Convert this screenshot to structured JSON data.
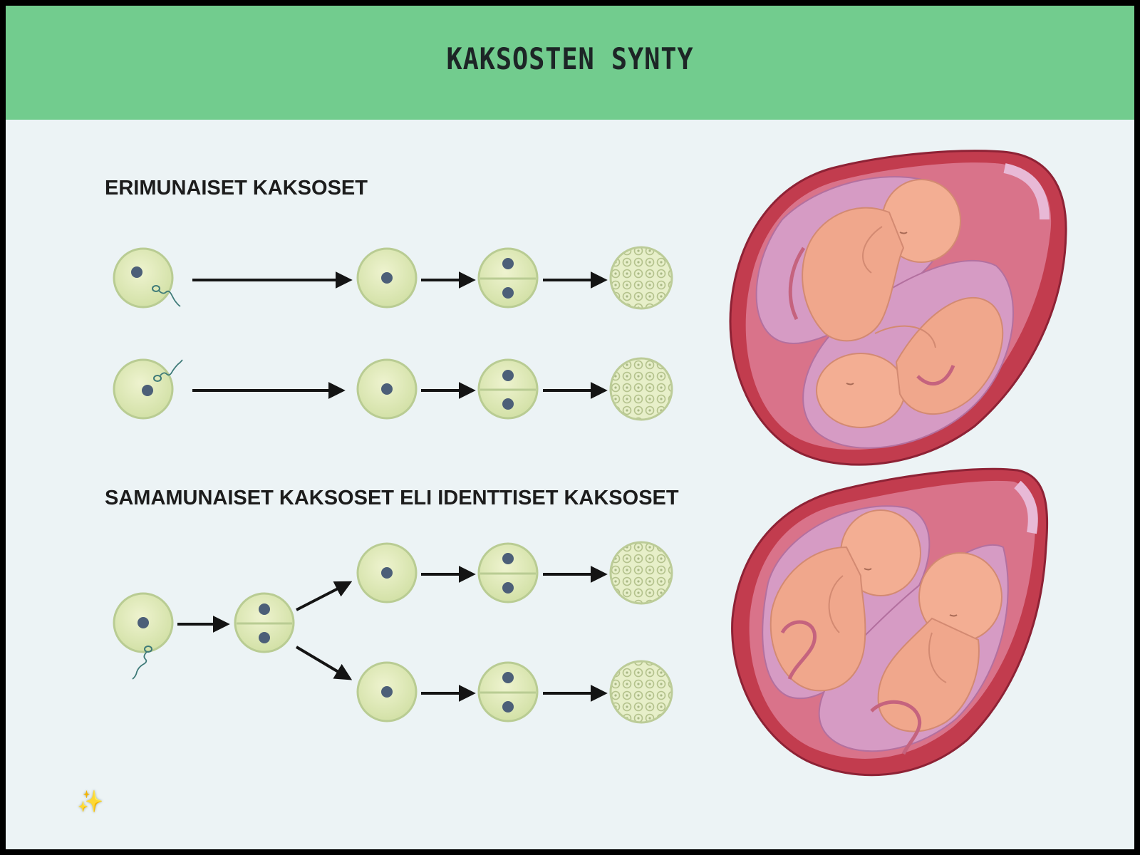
{
  "header": {
    "title": "KAKSOSTEN SYNTY"
  },
  "sections": [
    {
      "label": "ERIMUNAISET KAKSOSET"
    },
    {
      "label": "SAMAMUNAISET KAKSOSET ELI IDENTTISET KAKSOSET"
    }
  ],
  "colors": {
    "header_bg": "#72cc8e",
    "page_bg": "#ecf3f5",
    "egg_fill": "#dfe9b8",
    "egg_stroke": "#b9cc93",
    "nucleus": "#4c5f78",
    "arrow": "#141414",
    "uterus_wall": "#c23c4e",
    "amniotic": "#d69bc4",
    "fetus_skin": "#f3ae93"
  },
  "icons": [
    "egg-cell-icon",
    "sperm-icon",
    "two-cell-embryo-icon",
    "morula-icon",
    "arrow-icon",
    "uterus-icon",
    "fetus-icon",
    "magic-wand-icon"
  ]
}
